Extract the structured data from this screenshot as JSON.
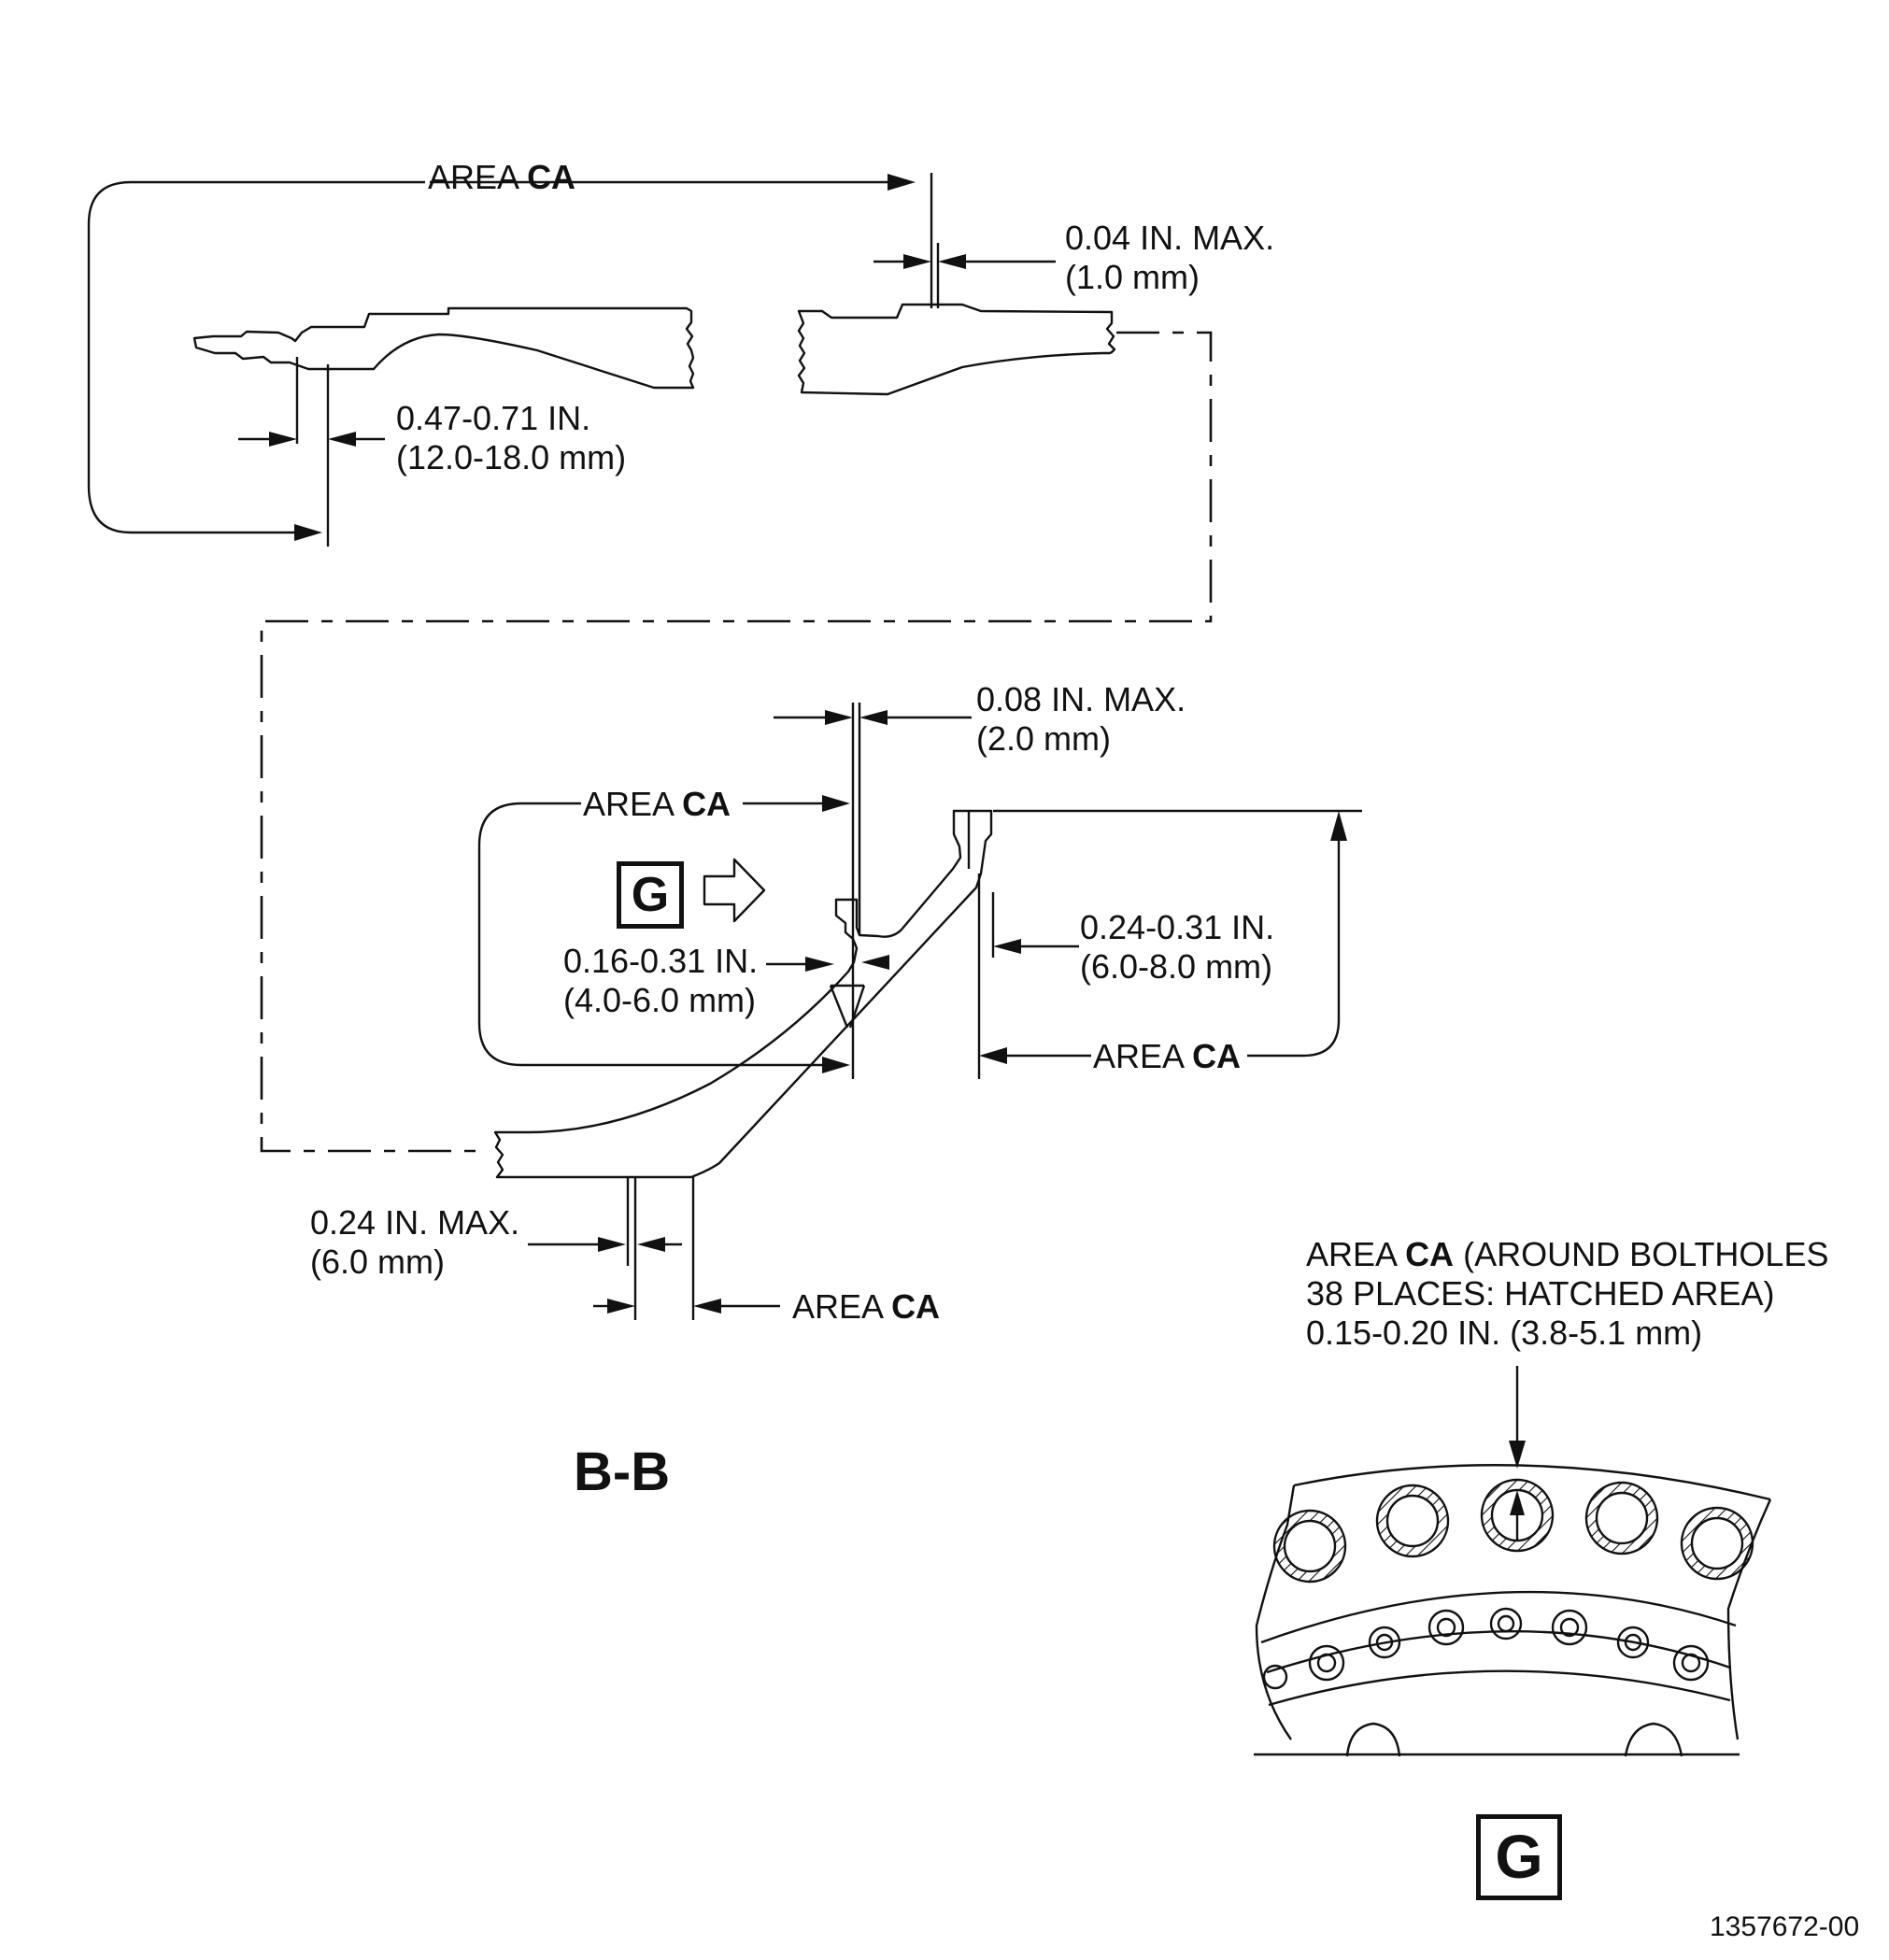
{
  "labels": {
    "area_word": "AREA",
    "area_code": "CA",
    "top_gap": [
      "0.04 IN. MAX.",
      "(1.0 mm)"
    ],
    "top_width": [
      "0.47-0.71 IN.",
      "(12.0-18.0 mm)"
    ],
    "mid_gap": [
      "0.08 IN. MAX.",
      "(2.0 mm)"
    ],
    "left_width": [
      "0.16-0.31 IN.",
      "(4.0-6.0 mm)"
    ],
    "right_width": [
      "0.24-0.31 IN.",
      "(6.0-8.0 mm)"
    ],
    "bottom_gap": [
      "0.24 IN. MAX.",
      "(6.0 mm)"
    ],
    "bolthole_note_line1_suffix": "(AROUND BOLTHOLES",
    "bolthole_note_line2": "38 PLACES: HATCHED AREA)",
    "bolthole_note_line3": "0.15-0.20 IN. (3.8-5.1 mm)"
  },
  "views": {
    "section_title": "B-B",
    "detail_letter": "G"
  },
  "figure_number": "1357672-00",
  "icons": [
    "direction-arrow-icon",
    "detail-reference-box"
  ]
}
